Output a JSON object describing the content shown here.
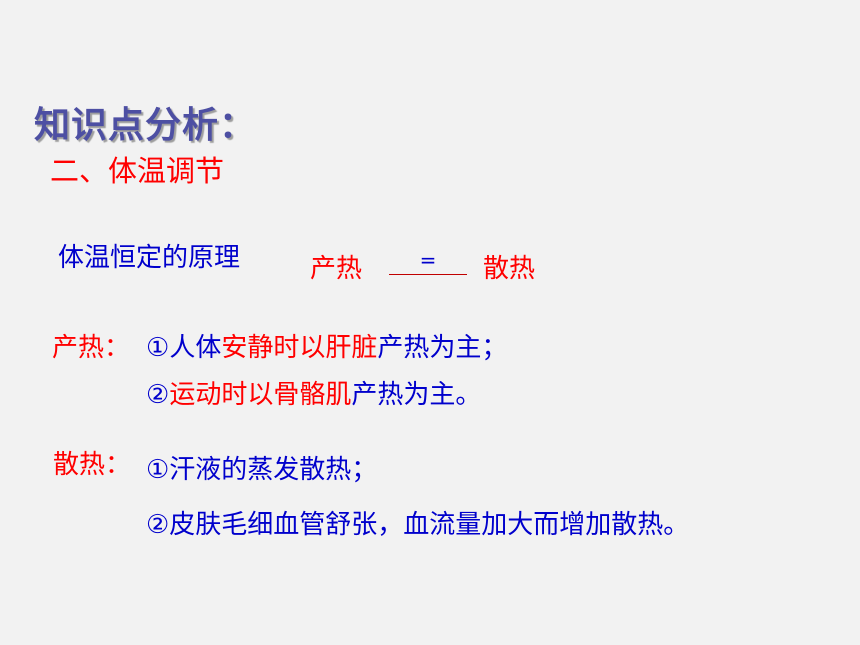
{
  "heading": "知识点分析：",
  "section_title": "二、体温调节",
  "principle": {
    "label": "体温恒定的原理",
    "left": "产热",
    "relation": "=",
    "right": "散热"
  },
  "heat_production": {
    "label": "产热：",
    "line1": {
      "num": "①",
      "p1": "人体",
      "p2": "安静时以肝脏",
      "p3": "产热为主；"
    },
    "line2": {
      "num": "②",
      "p1": "运动时以骨骼肌",
      "p2": "产热为主。"
    }
  },
  "heat_dissipation": {
    "label": "散热：",
    "line1": "①汗液的蒸发散热；",
    "line2": "②皮肤毛细血管舒张，血流量加大而增加散热。"
  },
  "colors": {
    "heading": "#4d4fa3",
    "red": "#ff0000",
    "blue": "#0000cc",
    "background": "#f2f2f2"
  }
}
